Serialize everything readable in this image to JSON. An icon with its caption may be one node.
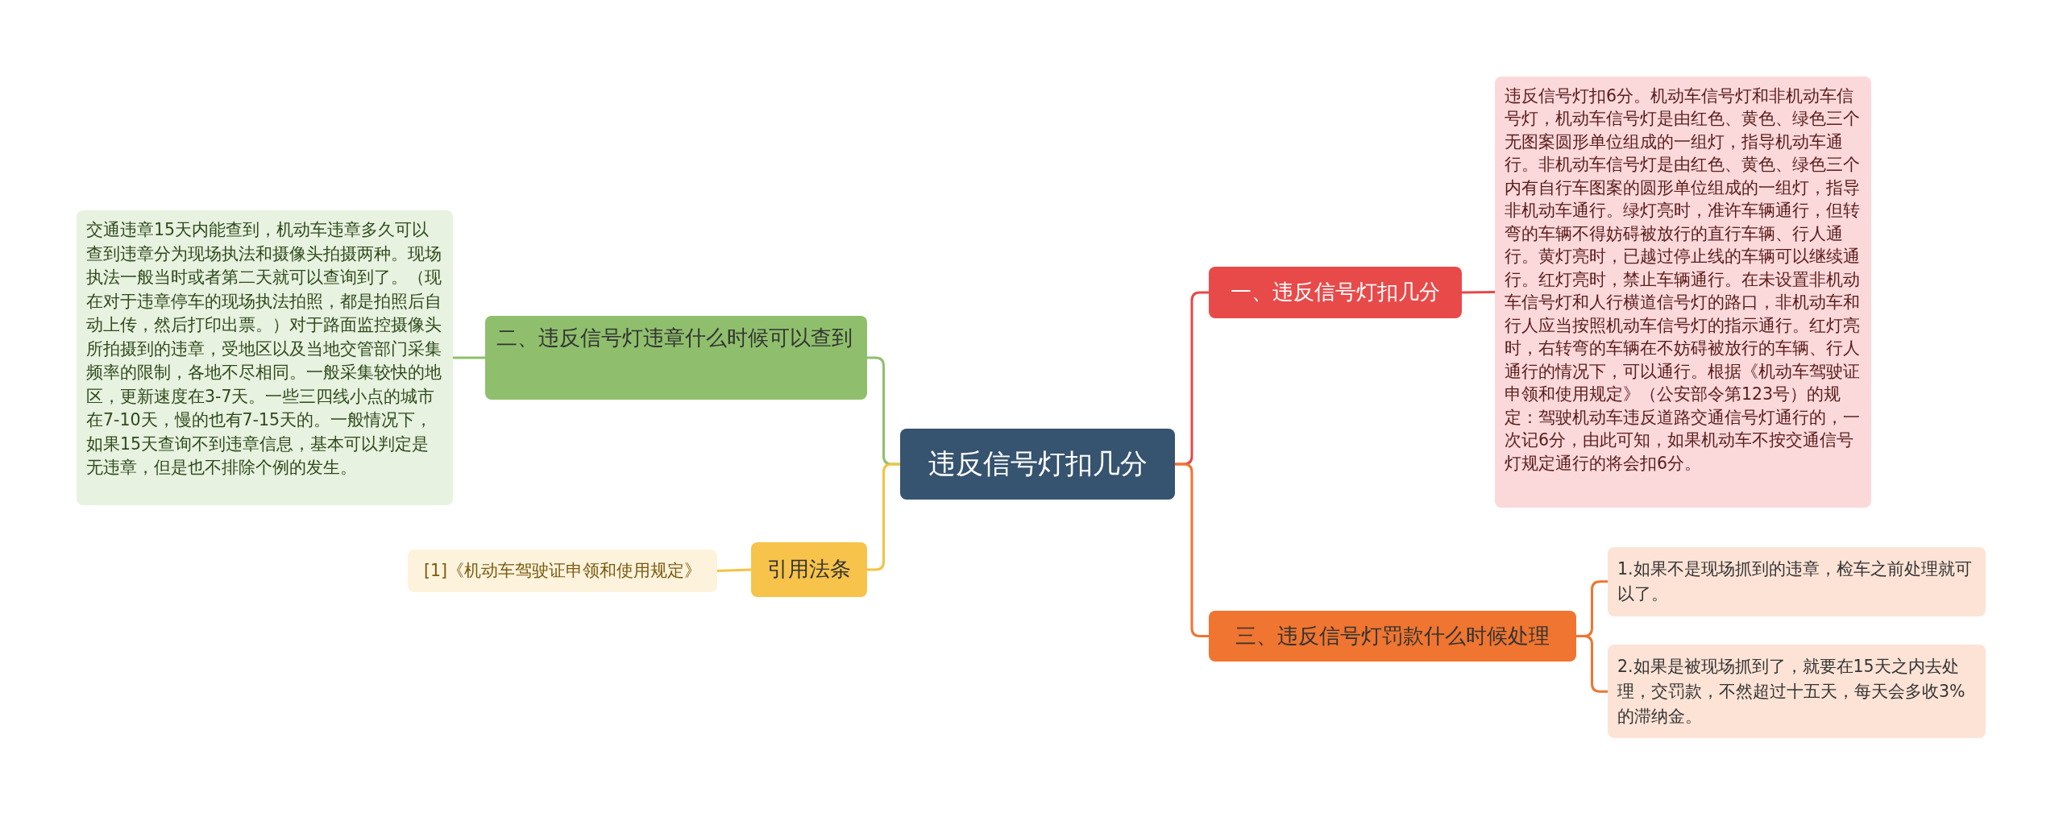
{
  "diagram": {
    "nodes": [
      {
        "text": [
          "违反信号灯扣几分"
        ]
      },
      {
        "text": [
          "一、违反信号灯扣几分"
        ]
      },
      {
        "text": [
          "违反信号灯扣6分。机动车信号灯和非机动车信号灯，机动车信号灯是由红色、黄色、绿色三个无图案圆形单位组成的一组灯，指导机动车通行。非机动车信号灯是由红色、黄色、绿色三个内有自行车图案的圆形单位组成的一组灯，指导非机动车通行。绿灯亮时，准许车辆通行，但转弯的车辆不得妨碍被放行的直行车辆、行人通行。黄灯亮时，已越过停止线的车辆可以继续通行。红灯亮时，禁止车辆通行。在未设置非机动车信号灯和人行横道信号灯的路口，非机动车和行人应当按照机动车信号灯的指示通行。红灯亮时，右转弯的车辆在不妨碍被放行的车辆、行人通行的情况下，可以通行。根据《机动车驾驶证申领和使用规定》（公安部令第123号）的规定：驾驶机动车违反道路交通信号灯通行的，一次记6分，由此可知，如果机动车不按交通信号灯规定通行的将会扣6分。"
        ]
      },
      {
        "text": [
          "三、违反信号灯罚款什么时候处理"
        ]
      },
      {
        "text": [
          "1.如果不是现场抓到的违章，检车之前处理就可以了。"
        ]
      },
      {
        "text": [
          "2.如果是被现场抓到了，就要在15天之内去处理，交罚款，不然超过十五天，每天会多收3%的滞纳金。"
        ]
      },
      {
        "text": [
          "二、违反信号灯违章什么时候可以查到"
        ]
      },
      {
        "text": [
          "交通违章15天内能查到，机动车违章多久可以查到违章分为现场执法和摄像头拍摄两种。现场执法一般当时或者第二天就可以查询到了。（现在对于违章停车的现场执法拍照，都是拍照后自动上传，然后打印出票。）对于路面监控摄像头所拍摄到的违章，受地区以及当地交管部门采集频率的限制，各地不尽相同。一般采集较快的地区，更新速度在3-7天。一些三四线小点的城市在7-10天，慢的也有7-15天的。一般情况下，如果15天查询不到违章信息，基本可以判定是无违章，但是也不排除个例的发生。"
        ]
      },
      {
        "text": [
          "引用法条"
        ]
      },
      {
        "text": [
          "[1]《机动车驾驶证申领和使用规定》"
        ]
      }
    ],
    "edges": [
      {
        "from": 0,
        "to": 1,
        "arrow": "none",
        "color": "#e64848"
      },
      {
        "from": 1,
        "to": 2,
        "arrow": "none",
        "color": "#e64848"
      },
      {
        "from": 0,
        "to": 3,
        "arrow": "none"
      },
      {
        "from": 3,
        "to": 4,
        "arrow": "none"
      },
      {
        "from": 3,
        "to": 5,
        "arrow": "none"
      },
      {
        "from": 0,
        "to": 6,
        "arrow": "none",
        "color": "#8fbf6c"
      },
      {
        "from": 6,
        "to": 7,
        "arrow": "none",
        "color": "#8fbf6c"
      },
      {
        "from": 0,
        "to": 8,
        "arrow": "none",
        "color": "#f5c242"
      },
      {
        "from": 8,
        "to": 9,
        "arrow": "none",
        "color": "#f5c242"
      }
    ]
  }
}
